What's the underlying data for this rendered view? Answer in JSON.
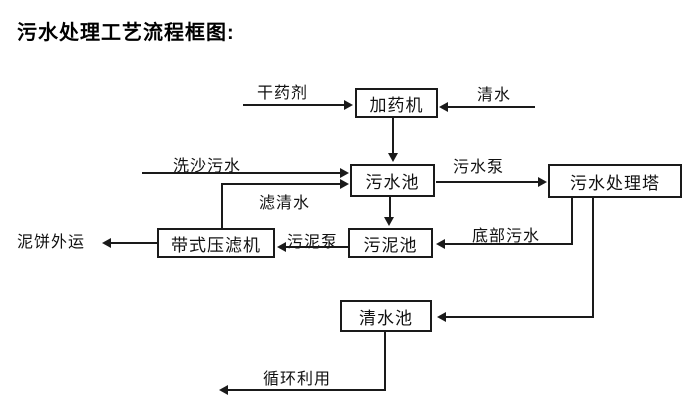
{
  "title": "污水处理工艺流程框图:",
  "nodes": {
    "dosing_machine": "加药机",
    "sewage_pool": "污水池",
    "treatment_tower": "污水处理塔",
    "sludge_pool": "污泥池",
    "belt_filter_press": "带式压滤机",
    "clean_water_pool": "清水池"
  },
  "flow_labels": {
    "dry_agent": "干药剂",
    "clean_water": "清水",
    "sand_washing_sewage": "洗沙污水",
    "filtered_water": "滤清水",
    "sewage_pump": "污水泵",
    "bottom_sewage": "底部污水",
    "sludge_pump": "污泥泵",
    "mud_cake_out": "泥饼外运",
    "recycle": "循环利用"
  },
  "edges": [
    {
      "from": "external",
      "to": "加药机",
      "label": "干药剂"
    },
    {
      "from": "external",
      "to": "加药机",
      "label": "清水"
    },
    {
      "from": "加药机",
      "to": "污水池",
      "label": ""
    },
    {
      "from": "external",
      "to": "污水池",
      "label": "洗沙污水"
    },
    {
      "from": "带式压滤机",
      "to": "污水池",
      "label": "滤清水"
    },
    {
      "from": "污水池",
      "to": "污水处理塔",
      "label": "污水泵"
    },
    {
      "from": "污水池",
      "to": "污泥池",
      "label": ""
    },
    {
      "from": "污水处理塔",
      "to": "污泥池",
      "label": "底部污水"
    },
    {
      "from": "污泥池",
      "to": "带式压滤机",
      "label": "污泥泵"
    },
    {
      "from": "带式压滤机",
      "to": "external",
      "label": "泥饼外运"
    },
    {
      "from": "污水处理塔",
      "to": "清水池",
      "label": ""
    },
    {
      "from": "清水池",
      "to": "external",
      "label": "循环利用"
    }
  ],
  "colors": {
    "background": "#ffffff",
    "line": "#1a1a1a",
    "text": "#111111"
  }
}
